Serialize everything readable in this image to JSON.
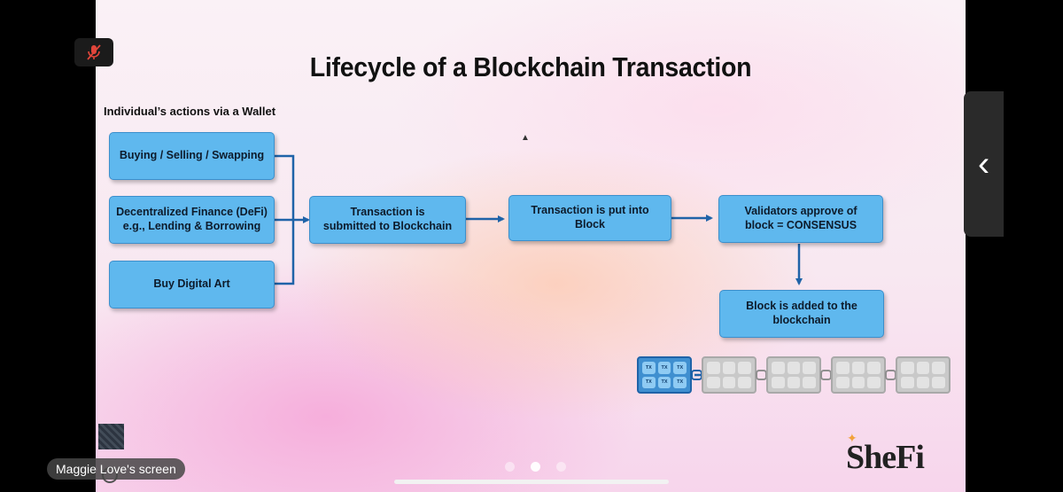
{
  "slide": {
    "title": "Lifecycle of a Blockchain Transaction",
    "subtitle": "Individual’s actions via a Wallet",
    "boxes": {
      "buying": "Buying / Selling / Swapping",
      "defi": "Decentralized Finance (DeFi)\ne.g., Lending & Borrowing",
      "art": "Buy Digital Art",
      "submitted": "Transaction is\nsubmitted to Blockchain",
      "block": "Transaction is put into\nBlock",
      "validators": "Validators approve of\nblock = CONSENSUS",
      "added": "Block is added to the\nblockchain"
    },
    "chain_cell_label": "TX",
    "brand": "SheFi",
    "colors": {
      "box": "#5fb8ee",
      "arrow": "#1f63a8"
    }
  },
  "overlay": {
    "screen_share_label": "Maggie Love's screen",
    "page_indicator": {
      "count": 3,
      "active": 2
    },
    "icons": [
      "mic-off-icon",
      "chevron-left-icon",
      "back-icon"
    ]
  }
}
